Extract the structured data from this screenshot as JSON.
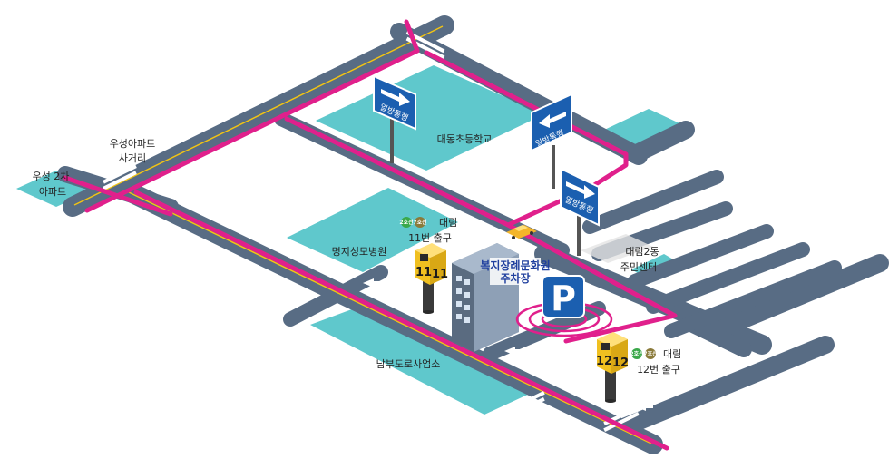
{
  "labels": {
    "crossroad": [
      "우성아파트",
      "사거리"
    ],
    "apartment": [
      "우성 2차",
      "아파트"
    ],
    "school": "대동초등학교",
    "hospital": "명지성모병원",
    "office": "남부도로사업소",
    "community_center": [
      "대림2동",
      "주민센터"
    ],
    "parking_title": [
      "복지장례문화원",
      "주차장"
    ]
  },
  "one_way_signs": [
    "일방통행",
    "일방통행",
    "일방통행"
  ],
  "subway_exits": [
    {
      "number": "11",
      "lines": [
        "2호선",
        "7호선"
      ],
      "station": "대림",
      "exit_label": "11번 출구"
    },
    {
      "number": "12",
      "lines": [
        "2호선",
        "7호선"
      ],
      "station": "대림",
      "exit_label": "12번 출구"
    }
  ],
  "parking_symbol": "P",
  "colors": {
    "road": "#586c84",
    "lot": "#5fc8cc",
    "route": "#e0208c",
    "sign": "#1b5fb0",
    "line2": "#3aa84a",
    "line7": "#8a7a3a",
    "exit_marker": "#f0c020"
  }
}
